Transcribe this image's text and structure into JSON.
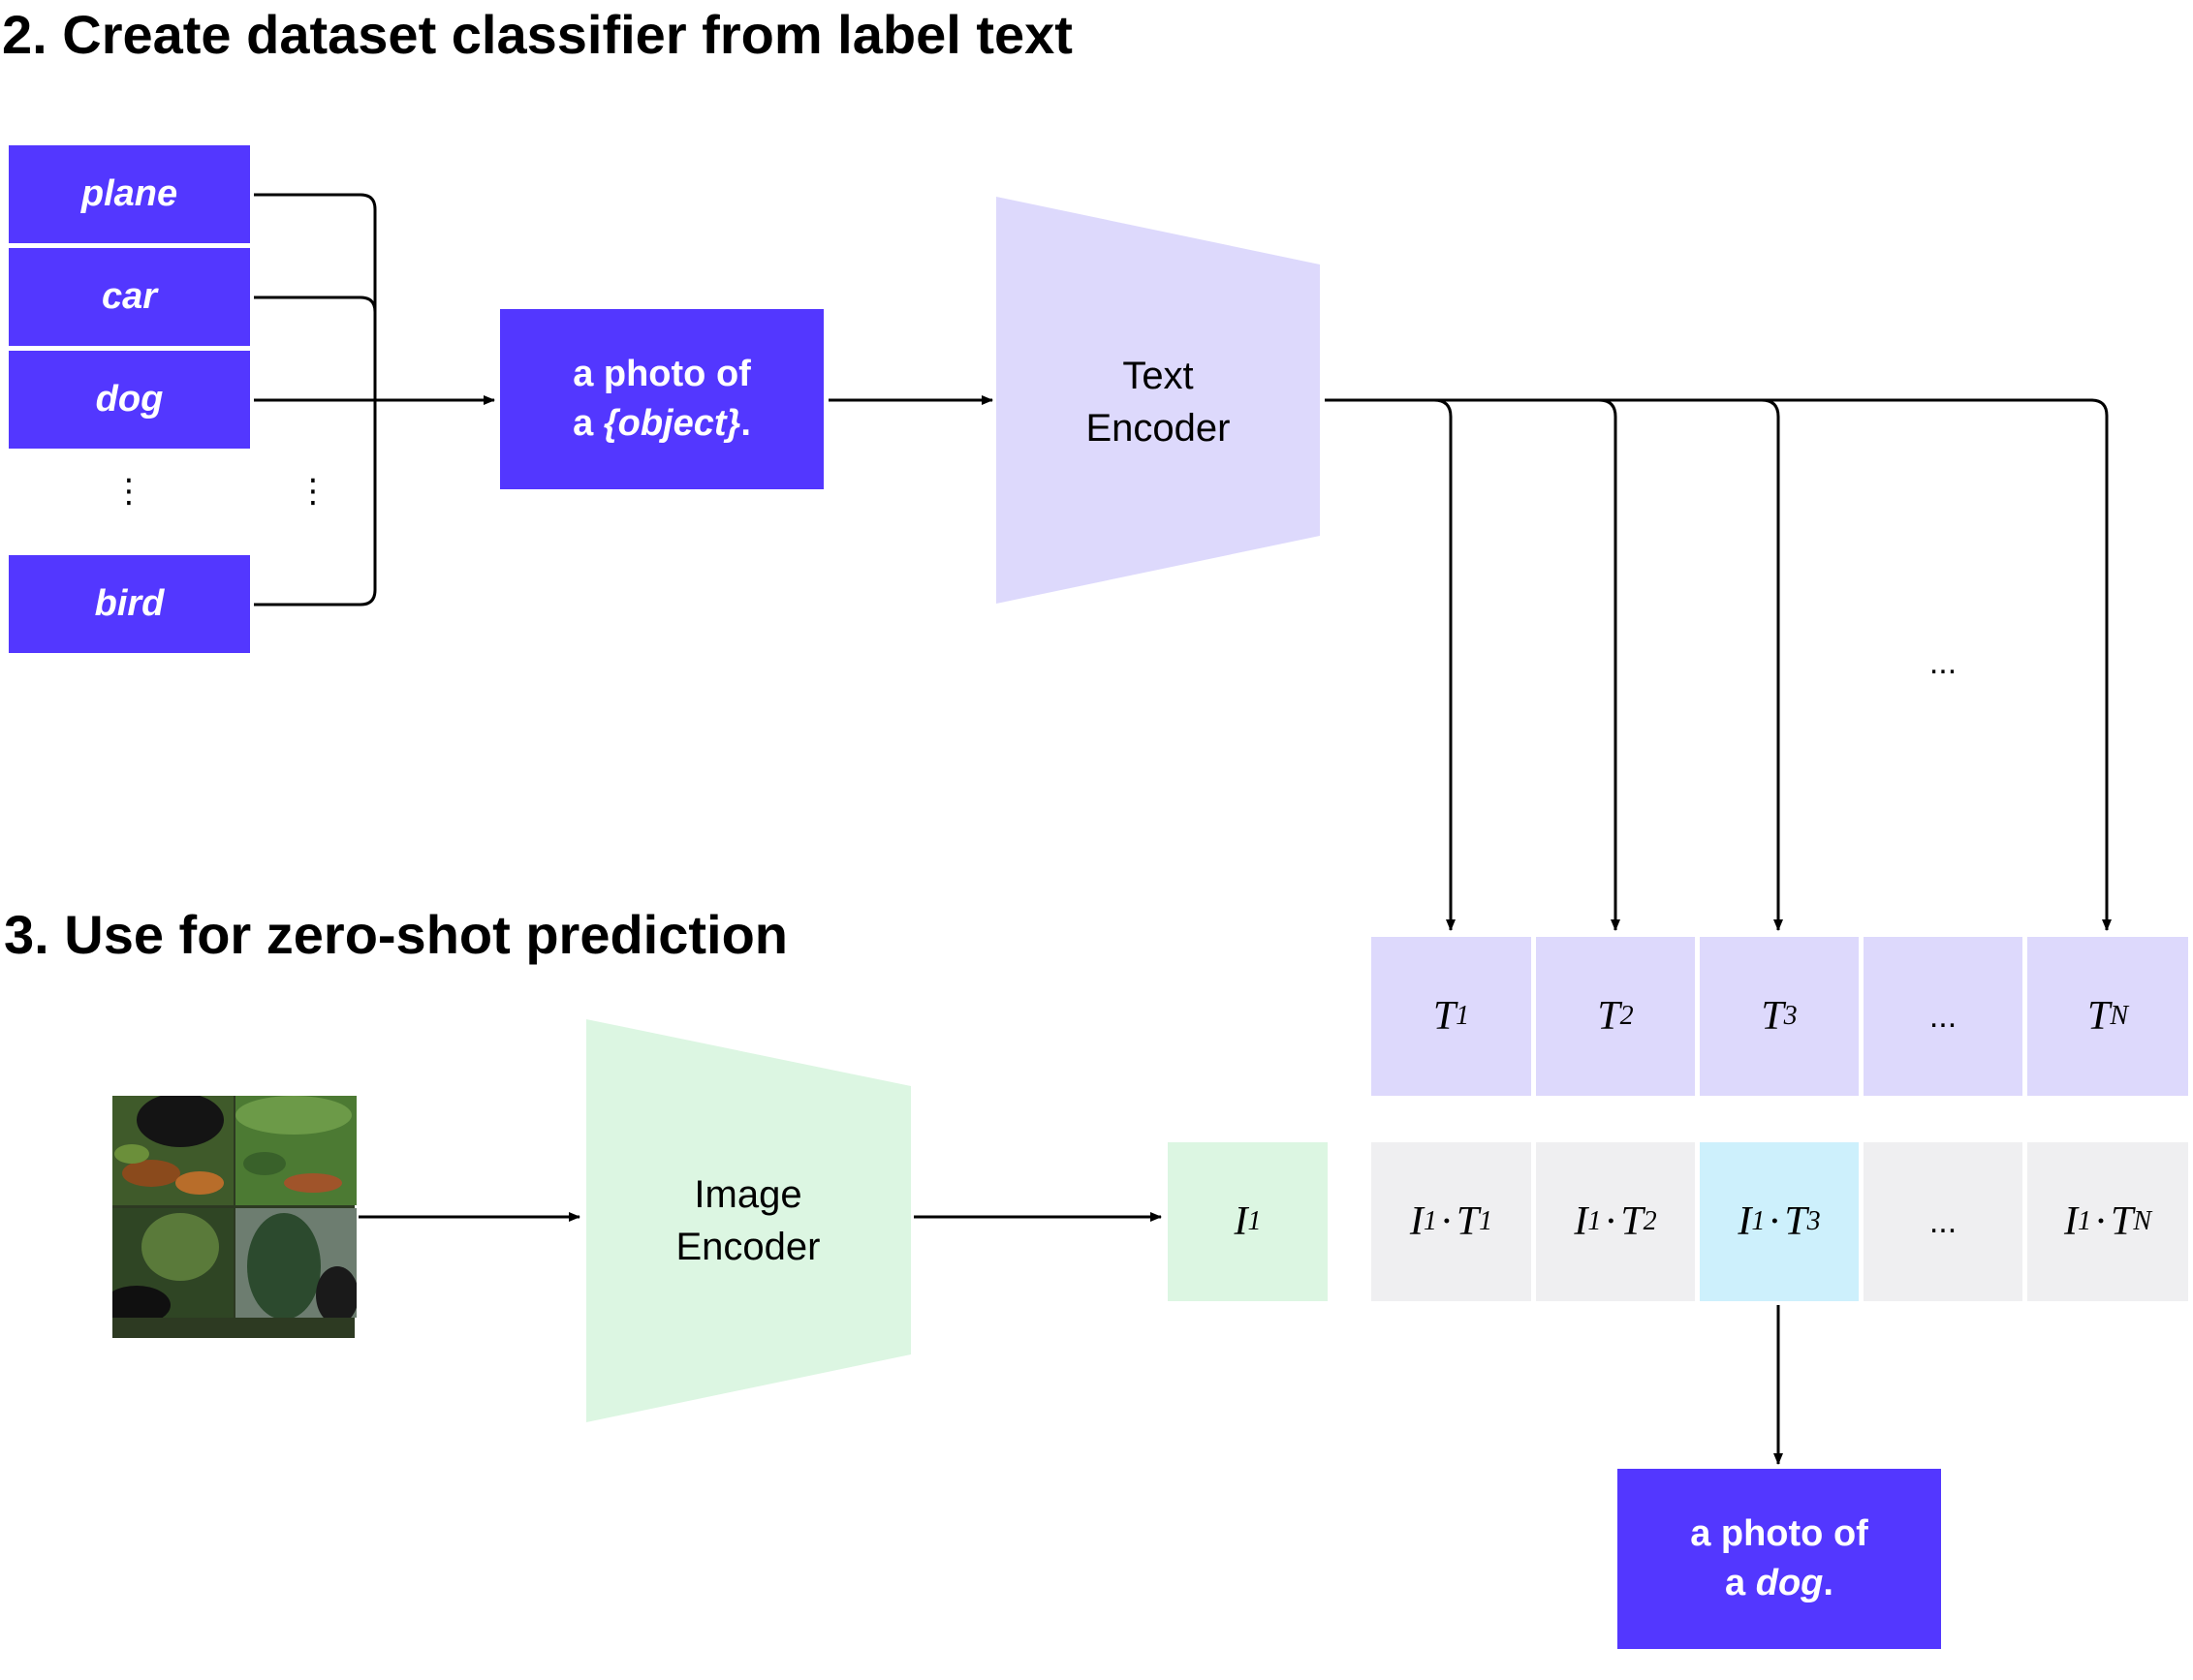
{
  "section2": {
    "title": "2. Create dataset classifier from label text"
  },
  "section3": {
    "title": "3. Use for zero-shot prediction"
  },
  "labels": [
    "plane",
    "car",
    "dog",
    "bird"
  ],
  "vertical_ellipsis": "⋮",
  "prompt_template": {
    "line1": "a photo of",
    "line2_prefix": "a ",
    "line2_object": "{object}",
    "line2_suffix": "."
  },
  "text_encoder": {
    "line1": "Text",
    "line2": "Encoder"
  },
  "image_encoder": {
    "line1": "Image",
    "line2": "Encoder"
  },
  "ellipsis": "...",
  "text_embeddings": [
    {
      "base": "T",
      "sub": "1"
    },
    {
      "base": "T",
      "sub": "2"
    },
    {
      "base": "T",
      "sub": "3"
    },
    {
      "ellipsis": "..."
    },
    {
      "base": "T",
      "sub": "N"
    }
  ],
  "image_embedding": {
    "base": "I",
    "sub": "1"
  },
  "products": [
    {
      "i": "I",
      "isub": "1",
      "t": "T",
      "tsub": "1"
    },
    {
      "i": "I",
      "isub": "1",
      "t": "T",
      "tsub": "2"
    },
    {
      "i": "I",
      "isub": "1",
      "t": "T",
      "tsub": "3",
      "highlight": true
    },
    {
      "ellipsis": "..."
    },
    {
      "i": "I",
      "isub": "1",
      "t": "T",
      "tsub": "N"
    }
  ],
  "dot_operator": "·",
  "prediction": {
    "line1": "a photo of",
    "line2_prefix": "a ",
    "line2_object": "dog",
    "line2_suffix": "."
  },
  "colors": {
    "label_box": "#5337ff",
    "text_encoder": "#ddd9fc",
    "image_encoder": "#dcf6e2",
    "highlight": "#cdf0fc",
    "product_cell": "#efeff1"
  }
}
